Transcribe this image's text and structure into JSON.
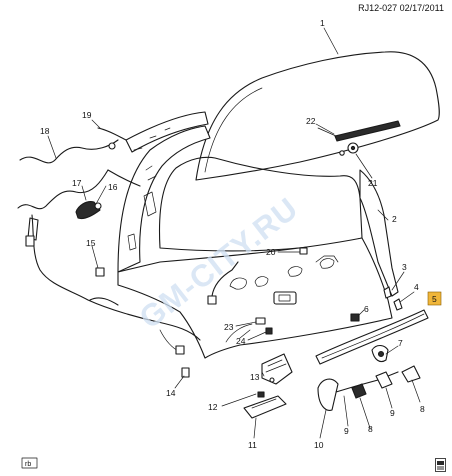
{
  "header": {
    "ref": "RJ12-027  02/17/2011"
  },
  "watermark": "GM-CITY.RU",
  "footer": {
    "badge": "rb"
  },
  "highlight_color": "#f0b63a",
  "callouts": {
    "c1": "1",
    "c2": "2",
    "c3": "3",
    "c4": "4",
    "c5": "5",
    "c6": "6",
    "c7": "7",
    "c8": "8",
    "c8b": "8",
    "c9": "9",
    "c9b": "9",
    "c10": "10",
    "c11": "11",
    "c12": "12",
    "c13": "13",
    "c14": "14",
    "c15": "15",
    "c16": "16",
    "c17": "17",
    "c18": "18",
    "c19": "19",
    "c20": "20",
    "c21": "21",
    "c22": "22",
    "c23": "23",
    "c24": "24"
  }
}
